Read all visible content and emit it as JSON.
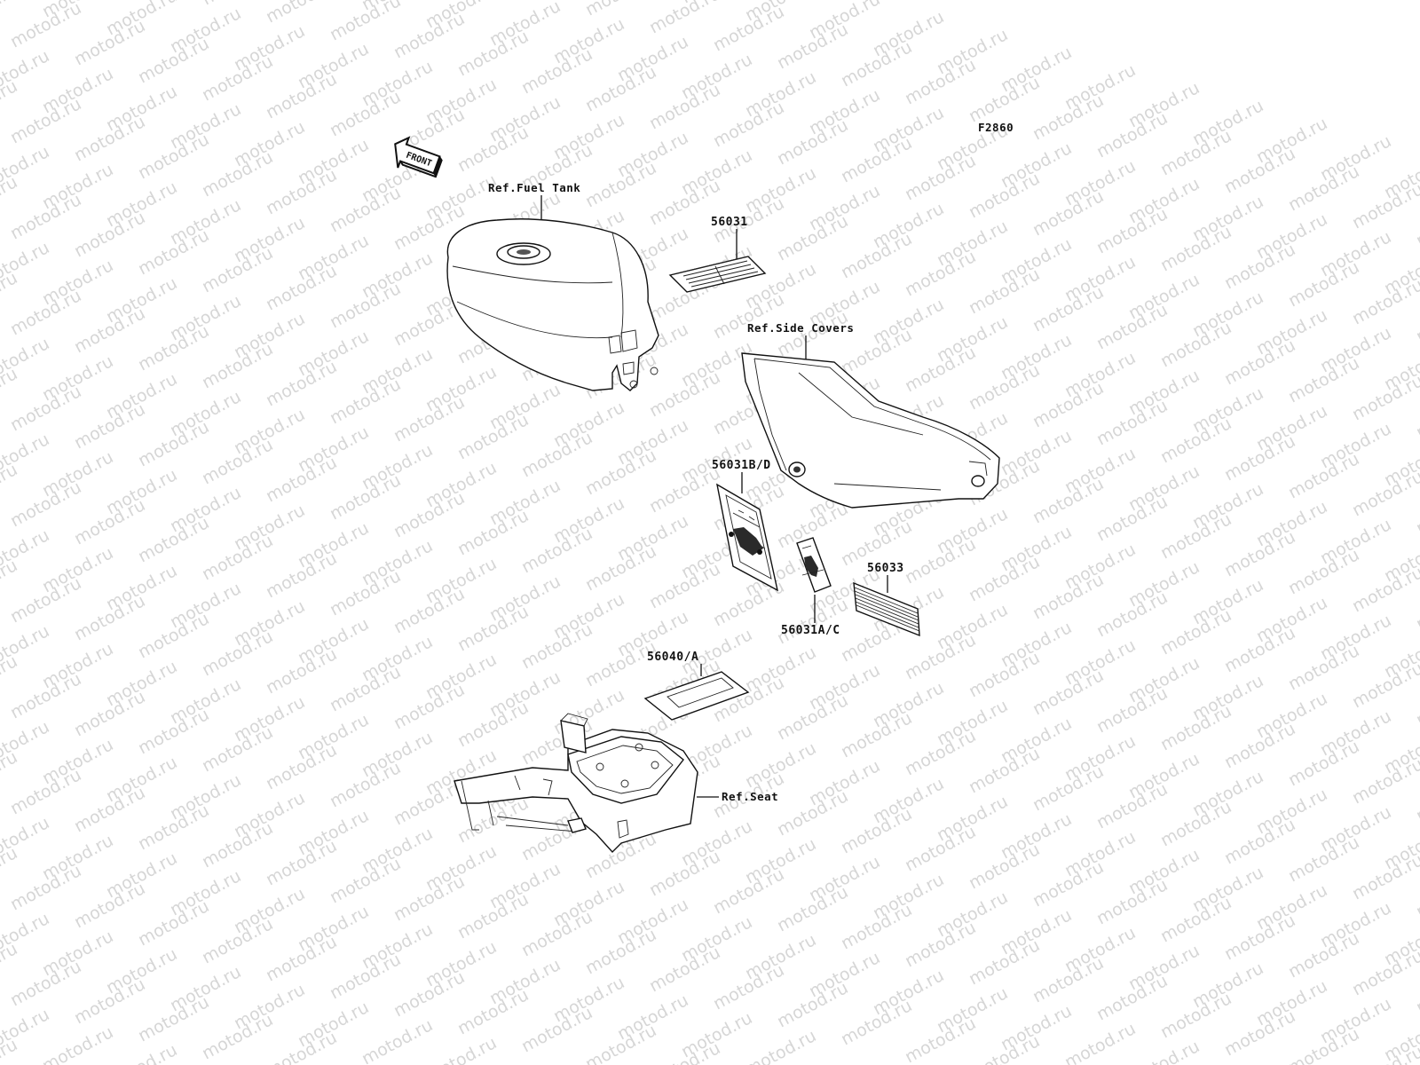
{
  "watermark_text": "motod.ru",
  "figure_code": "F2860",
  "front_arrow": "FRONT",
  "labels": {
    "fuel_tank": "Ref.Fuel Tank",
    "side_covers": "Ref.Side Covers",
    "seat": "Ref.Seat",
    "part_56031": "56031",
    "part_56031bd": "56031B/D",
    "part_56031ac": "56031A/C",
    "part_56033": "56033",
    "part_56040a": "56040/A"
  }
}
